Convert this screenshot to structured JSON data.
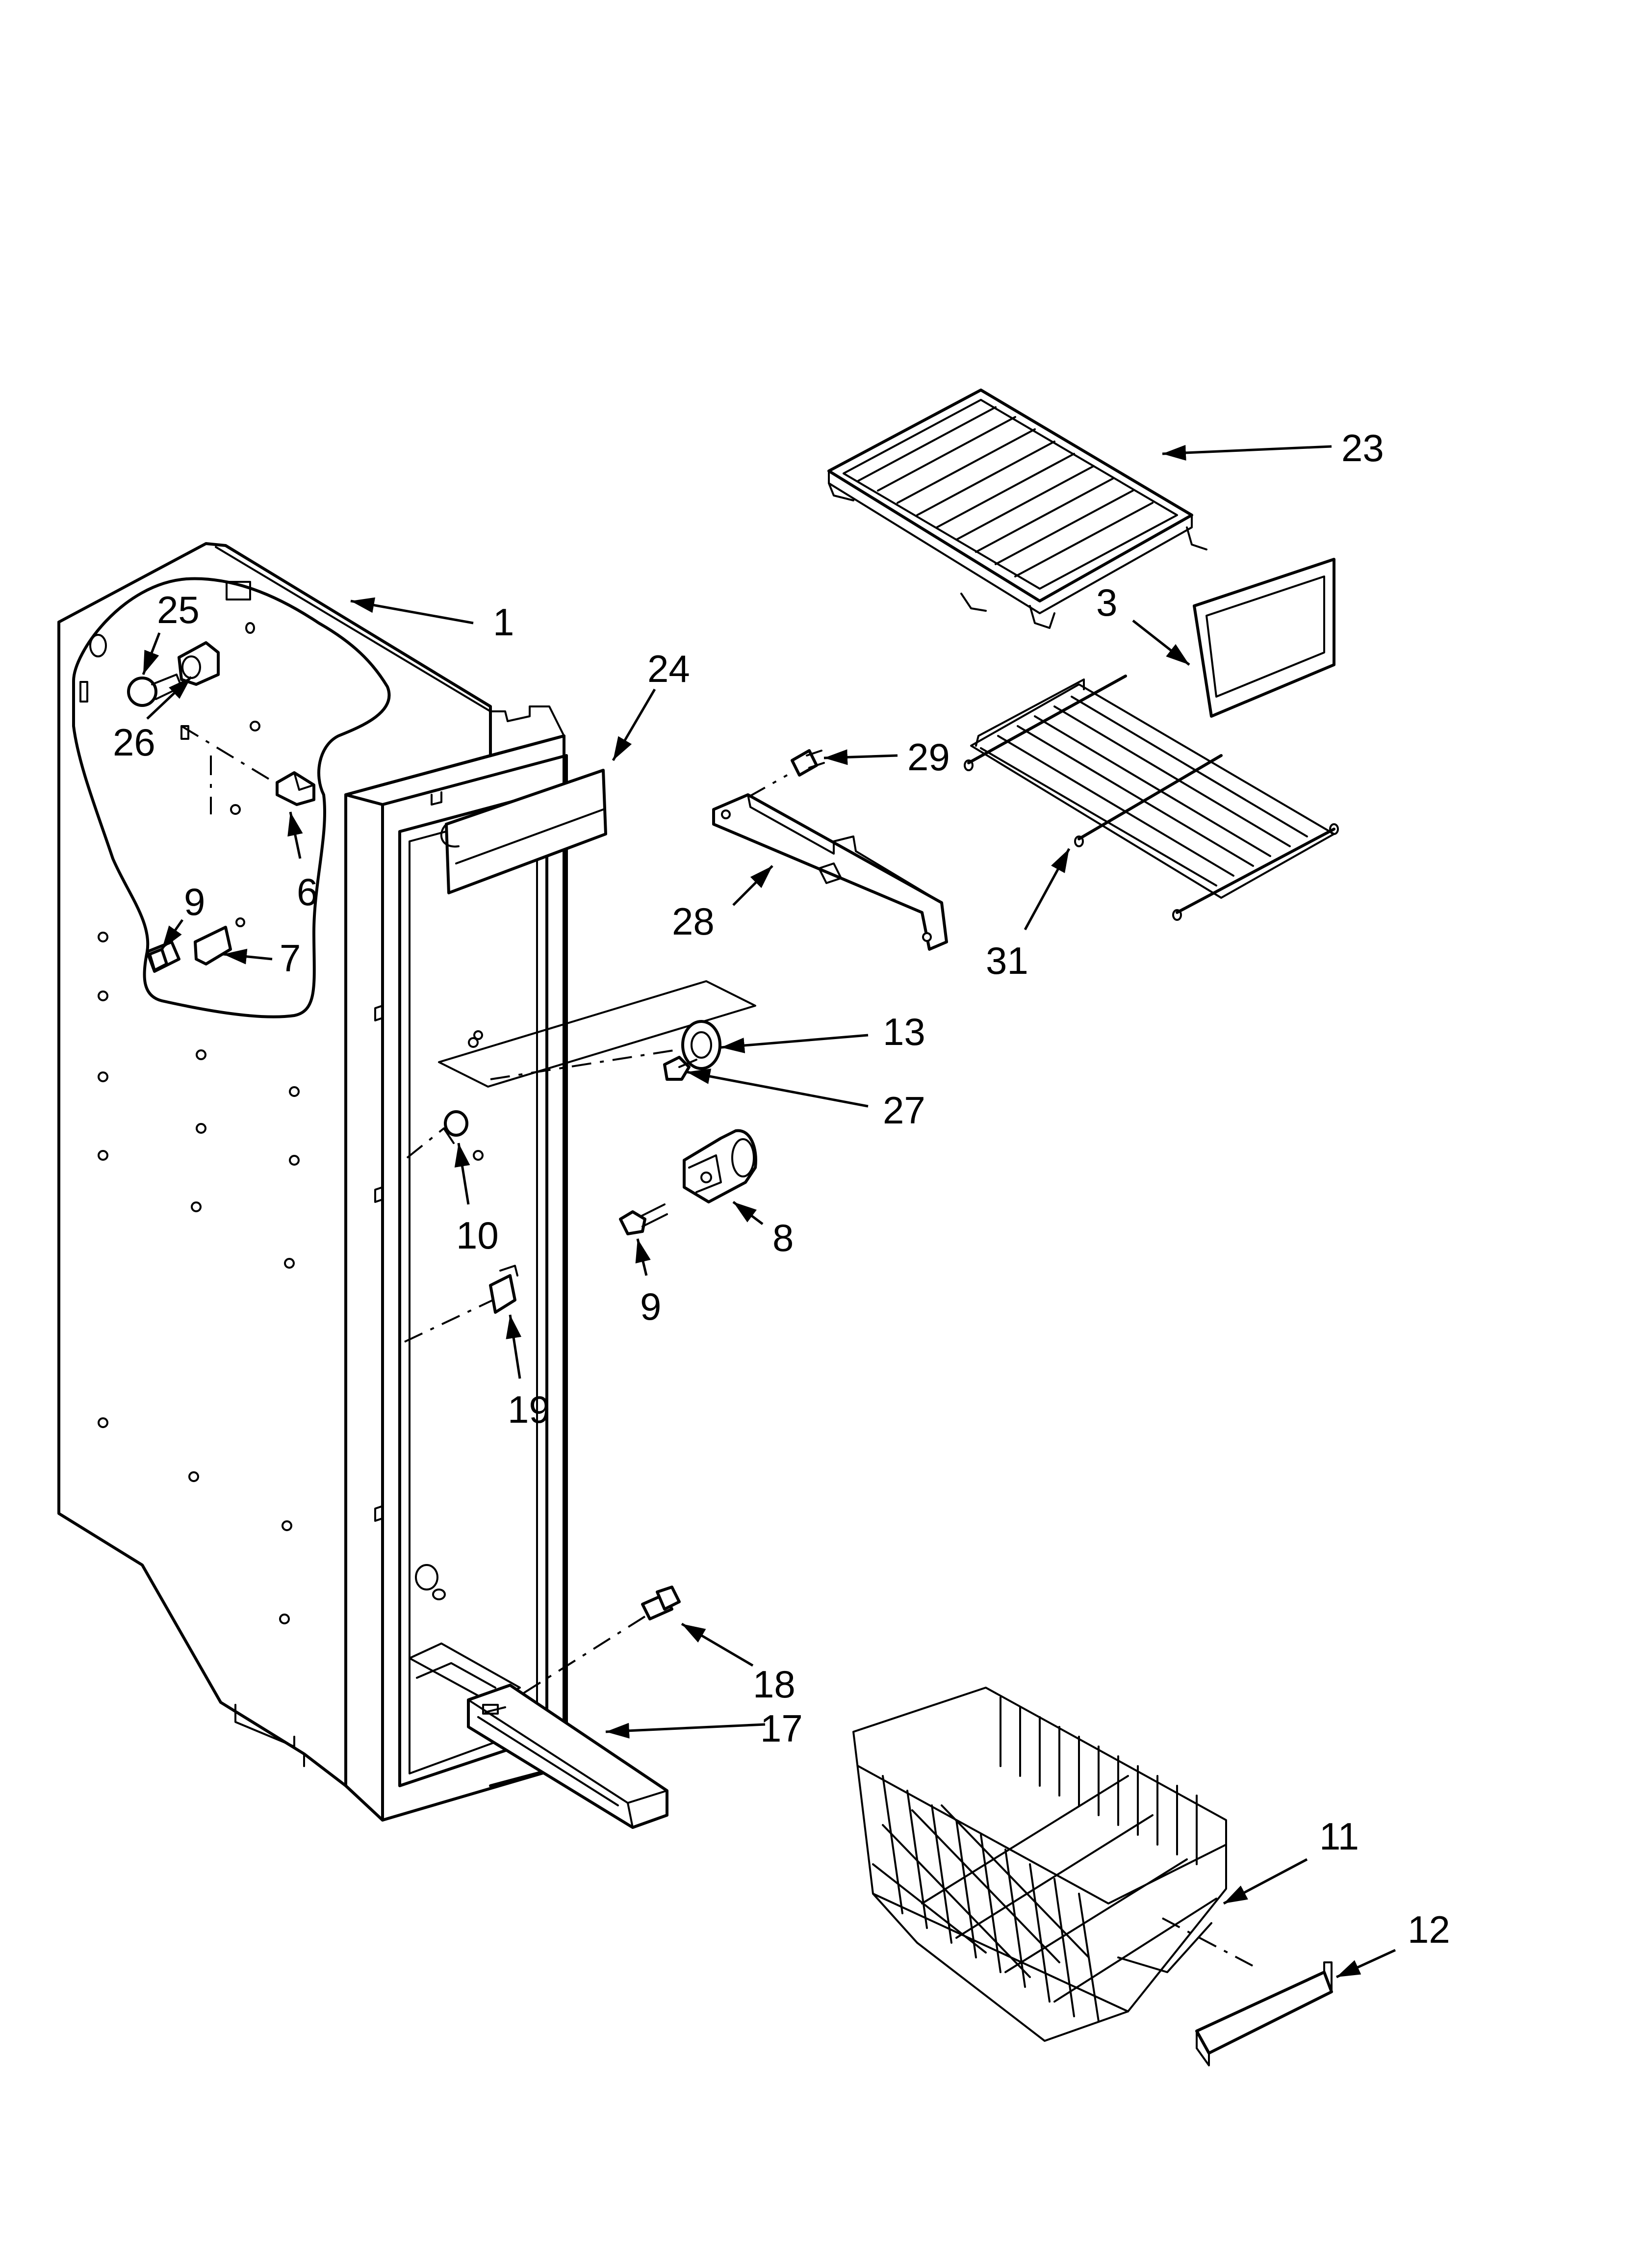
{
  "callouts": [
    {
      "id": "c1",
      "text": "1"
    },
    {
      "id": "c3",
      "text": "3"
    },
    {
      "id": "c6",
      "text": "6"
    },
    {
      "id": "c7",
      "text": "7"
    },
    {
      "id": "c8",
      "text": "8"
    },
    {
      "id": "c9a",
      "text": "9"
    },
    {
      "id": "c9b",
      "text": "9"
    },
    {
      "id": "c10",
      "text": "10"
    },
    {
      "id": "c11",
      "text": "11"
    },
    {
      "id": "c12",
      "text": "12"
    },
    {
      "id": "c13",
      "text": "13"
    },
    {
      "id": "c17",
      "text": "17"
    },
    {
      "id": "c18",
      "text": "18"
    },
    {
      "id": "c19",
      "text": "19"
    },
    {
      "id": "c23",
      "text": "23"
    },
    {
      "id": "c24",
      "text": "24"
    },
    {
      "id": "c25",
      "text": "25"
    },
    {
      "id": "c26",
      "text": "26"
    },
    {
      "id": "c27",
      "text": "27"
    },
    {
      "id": "c28",
      "text": "28"
    },
    {
      "id": "c29",
      "text": "29"
    },
    {
      "id": "c31",
      "text": "31"
    }
  ]
}
